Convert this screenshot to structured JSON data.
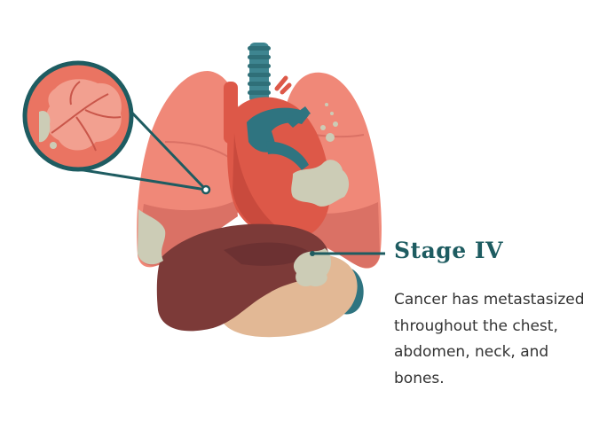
{
  "stage": {
    "title": "Stage IV",
    "description": "Cancer has metastasized throughout the chest, abdomen, neck, and bones."
  },
  "colors": {
    "lung": "#f08878",
    "lung_shadow": "#da7165",
    "heart": "#dd5848",
    "vessel_teal": "#2f7480",
    "trachea": "#3e8590",
    "liver": "#7c3a38",
    "stomach": "#e2b895",
    "metastasis": "#ccccb6",
    "pointer_line": "#1e5c61",
    "title_text": "#1e5c61",
    "body_text": "#333333"
  },
  "icons": [
    "chest-organs-illustration",
    "magnified-lung-tissue-icon",
    "trachea-icon",
    "heart-icon",
    "liver-icon",
    "stomach-icon"
  ]
}
